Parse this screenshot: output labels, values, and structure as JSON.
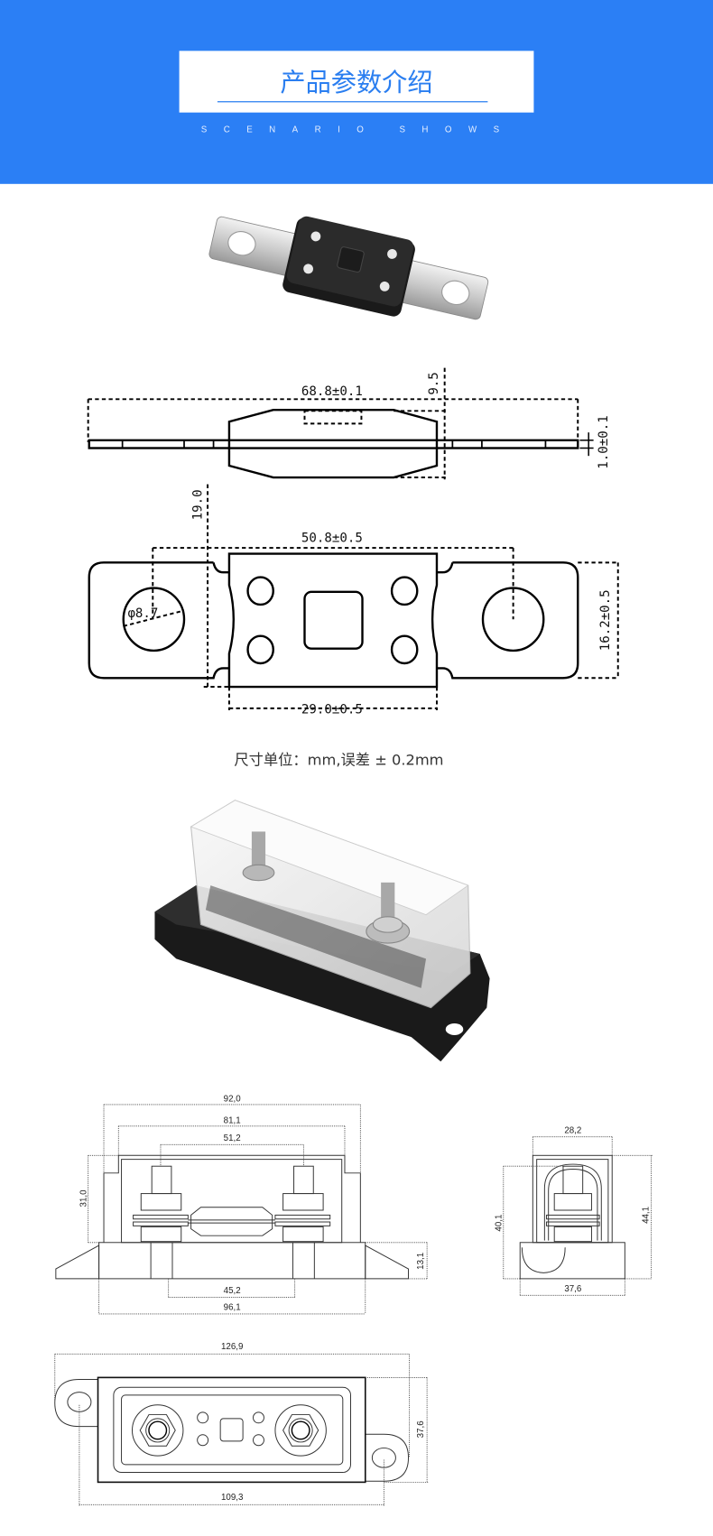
{
  "header": {
    "title": "产品参数介绍",
    "subtitle": "SCENARIO SHOWS",
    "background_color": "#2b7ff5",
    "title_color": "#2a7ef0"
  },
  "fuse_drawing": {
    "overall_length": "68.8±0.1",
    "body_height": "9.5",
    "tab_thickness": "1.0±0.1",
    "tab_offset": "19.0",
    "hole_pitch": "50.8±0.5",
    "hole_diameter": "φ8.7",
    "tab_width": "16.2±0.5",
    "body_width": "29.0±0.5"
  },
  "caption": "尺寸单位：mm,误差 ± 0.2mm",
  "holder_drawing": {
    "front": {
      "cover_outer": "92,0",
      "cover_inner": "81,1",
      "stud_pitch": "51,2",
      "cover_height": "31,0",
      "base_height": "13,1",
      "base_inner": "45,2",
      "base_length": "96,1"
    },
    "side": {
      "cover_width": "28,2",
      "stud_height": "40,1",
      "total_height": "44,1",
      "base_width": "37,6"
    },
    "top": {
      "total_length": "126,9",
      "width": "37,6",
      "mount_hole_pitch": "109,3"
    }
  }
}
